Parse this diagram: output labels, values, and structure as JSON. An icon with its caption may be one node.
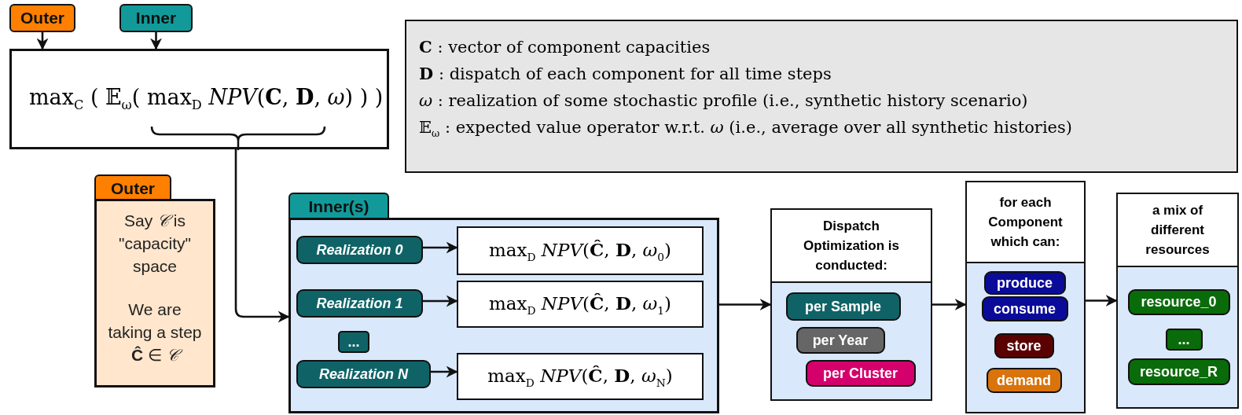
{
  "diagram": {
    "nodes": [
      {
        "text": [
          "Outer"
        ]
      },
      {
        "text": [
          "Inner"
        ]
      },
      {
        "text": [
          "max$_{C}$ ( 𝔼$_{ω}$( max$_{D}$ *NPV*(**C**, **D**, *ω*) ) )"
        ]
      },
      {
        "text": [
          "**C** : vector of component capacities",
          "**D** : dispatch of each component for all time steps",
          "*ω* : realization of some stochastic profile (i.e., synthetic history scenario)",
          "𝔼$_{ω}$ : expected value operator w.r.t. *ω* (i.e., average over all synthetic histories)"
        ]
      },
      {
        "text": [
          "Outer",
          "Say *𝒞* is \"capacity\" space",
          "We are taking a step **Ĉ** ∈ *𝒞*"
        ]
      },
      {
        "text": [
          "Inner(s)"
        ]
      },
      {
        "text": [
          "Realization 0"
        ],
        "in": 5
      },
      {
        "text": [
          "max$_{D}$ *NPV*(**Ĉ**, **D**, *ω*$_{0}$)"
        ],
        "in": 5
      },
      {
        "text": [
          "Realization 1"
        ],
        "in": 5
      },
      {
        "text": [
          "max$_{D}$ *NPV*(**Ĉ**, **D**, *ω*$_{1}$)"
        ],
        "in": 5
      },
      {
        "text": [
          "..."
        ],
        "in": 5
      },
      {
        "text": [
          "Realization N"
        ],
        "in": 5
      },
      {
        "text": [
          "max$_{D}$ *NPV*(**Ĉ**, **D**, *ω*$_{N}$)"
        ],
        "in": 5
      },
      {
        "text": [
          "Dispatch Optimization is conducted:"
        ]
      },
      {
        "text": [
          "per Sample"
        ],
        "in": 13
      },
      {
        "text": [
          "per Year"
        ],
        "in": 13
      },
      {
        "text": [
          "per Cluster"
        ],
        "in": 13
      },
      {
        "text": [
          "for each Component which can:"
        ]
      },
      {
        "text": [
          "produce"
        ],
        "in": 17
      },
      {
        "text": [
          "consume"
        ],
        "in": 17
      },
      {
        "text": [
          "store"
        ],
        "in": 17
      },
      {
        "text": [
          "demand"
        ],
        "in": 17
      },
      {
        "text": [
          "a mix of different resources"
        ]
      },
      {
        "text": [
          "resource_0"
        ],
        "in": 22
      },
      {
        "text": [
          "..."
        ],
        "in": 22
      },
      {
        "text": [
          "resource_R"
        ],
        "in": 22
      }
    ],
    "edges": [
      {
        "from": 0,
        "to": 2,
        "arrow": "to"
      },
      {
        "from": 1,
        "to": 2,
        "arrow": "to"
      },
      {
        "from": 2,
        "to": 5,
        "arrow": "to"
      },
      {
        "from": 6,
        "to": 7,
        "arrow": "to"
      },
      {
        "from": 8,
        "to": 9,
        "arrow": "to"
      },
      {
        "from": 11,
        "to": 12,
        "arrow": "to"
      },
      {
        "from": 5,
        "to": 13,
        "arrow": "to"
      },
      {
        "from": 13,
        "to": 17,
        "arrow": "to"
      },
      {
        "from": 17,
        "to": 22,
        "arrow": "to"
      }
    ]
  }
}
